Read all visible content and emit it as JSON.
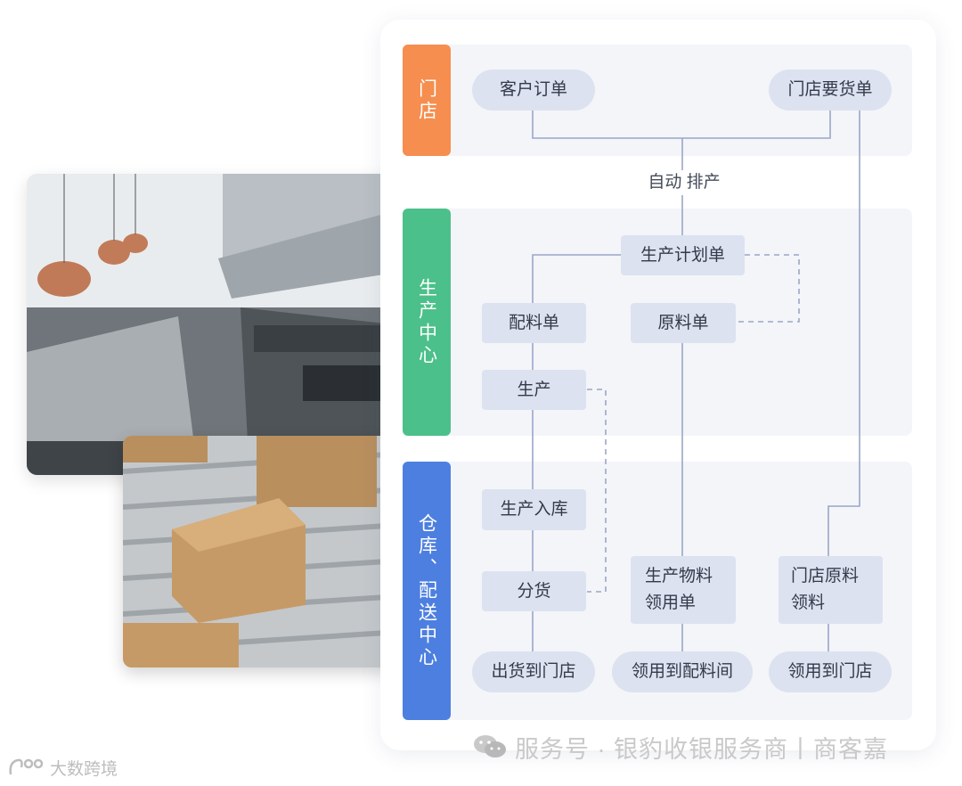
{
  "sections": {
    "store": "门店",
    "production": "生产中心",
    "warehouse": "仓库、配送中心"
  },
  "nodes": {
    "customer_order": "客户订单",
    "store_request": "门店要货单",
    "auto_schedule": "自动 排产",
    "production_plan": "生产计划单",
    "batching_sheet": "配料单",
    "raw_material_sheet": "原料单",
    "production": "生产",
    "production_inbound": "生产入库",
    "distribution": "分货",
    "production_material_req": "生产物料\n领用单",
    "store_raw_material": "门店原料\n领料",
    "ship_to_store": "出货到门店",
    "receive_to_batching": "领用到配料间",
    "receive_to_store": "领用到门店"
  },
  "watermark": {
    "text": "服务号 · 银豹收银服务商丨商客嘉",
    "icon": "wechat-icon"
  },
  "brand": {
    "text": "大数跨境",
    "icon": "brand-logo-icon"
  },
  "colors": {
    "store": "#f58e4f",
    "production": "#4cc08a",
    "warehouse": "#4d7fe0",
    "node_bg": "#dde2f0",
    "line": "#9aa6c9"
  }
}
